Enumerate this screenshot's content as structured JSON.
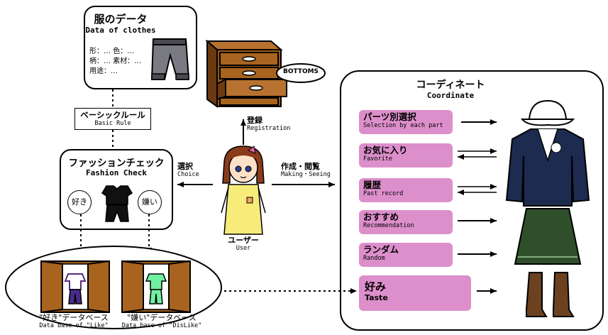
{
  "clothes_data": {
    "title_jp": "服のデータ",
    "title_en": "Data of clothes",
    "attrs": [
      "形：… 色：…",
      "柄：… 素材：…",
      "用途：…"
    ]
  },
  "drawer": {
    "badge": "BOTTOMS"
  },
  "registration": {
    "jp": "登録",
    "en": "Registration"
  },
  "basic_rule": {
    "jp": "ベーシックルール",
    "en": "Basic Rule"
  },
  "fashion_check": {
    "title_jp": "ファッションチェック",
    "title_en": "Fashion Check",
    "like": "好き",
    "dislike": "嫌い"
  },
  "choice": {
    "jp": "選択",
    "en": "Choice"
  },
  "making": {
    "jp": "作成・閲覧",
    "en": "Making・Seeing"
  },
  "user": {
    "jp": "ユーザー",
    "en": "User"
  },
  "databases": {
    "like_jp": "\"好き\"データベース",
    "like_en": "Data base of \"Like\"",
    "dislike_jp": "\"嫌い\"データベース",
    "dislike_en": "Data base of \"DisLike\""
  },
  "coordinate": {
    "title_jp": "コーディネート",
    "title_en": "Coordinate",
    "items": [
      {
        "jp": "パーツ別選択",
        "en": "Selection by each part",
        "arrow": "right"
      },
      {
        "jp": "お気に入り",
        "en": "Favorite",
        "arrow": "both"
      },
      {
        "jp": "履歴",
        "en": "Past record",
        "arrow": "both"
      },
      {
        "jp": "おすすめ",
        "en": "Recommendation",
        "arrow": "right"
      },
      {
        "jp": "ランダム",
        "en": "Random",
        "arrow": "right"
      },
      {
        "jp": "好み",
        "en": "Taste",
        "arrow": "right"
      }
    ]
  },
  "colors": {
    "pill": "#dc8fcb",
    "wood": "#9b5a1c",
    "wood_dark": "#6b3a10",
    "jacket": "#1e2b50",
    "skirt": "#2f4f2a",
    "boots": "#6b4120",
    "dress": "#f7ec7a",
    "hair": "#8a3b1a"
  }
}
